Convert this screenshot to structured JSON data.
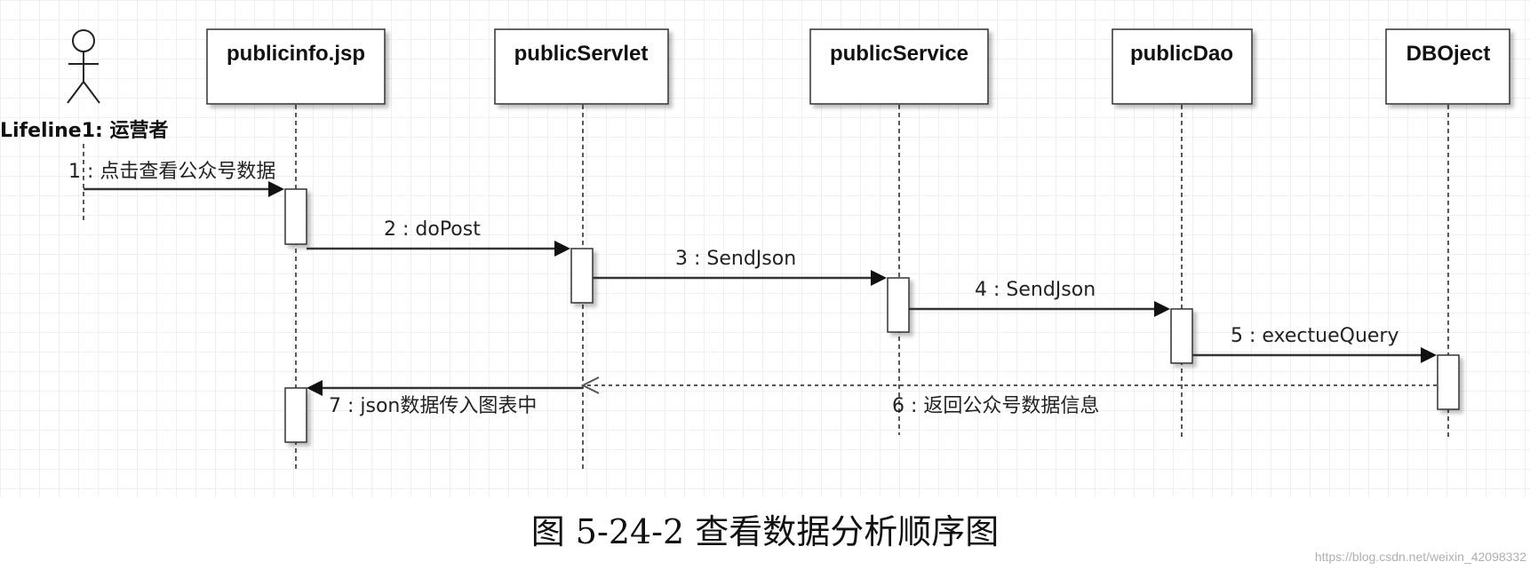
{
  "actor": {
    "label": "Lifeline1: 运营者"
  },
  "objects": [
    {
      "id": "jsp",
      "label": "publicinfo.jsp"
    },
    {
      "id": "servlet",
      "label": "publicServlet"
    },
    {
      "id": "service",
      "label": "publicService"
    },
    {
      "id": "dao",
      "label": "publicDao"
    },
    {
      "id": "db",
      "label": "DBOject"
    }
  ],
  "messages": [
    {
      "label": "1 : 点击查看公众号数据"
    },
    {
      "label": "2 : doPost"
    },
    {
      "label": "3 : SendJson"
    },
    {
      "label": "4 : SendJson"
    },
    {
      "label": "5 : exectueQuery"
    },
    {
      "label": "6 : 返回公众号数据信息"
    },
    {
      "label": "7 : json数据传入图表中"
    }
  ],
  "caption": "图 5-24-2 查看数据分析顺序图",
  "watermark": "https://blog.csdn.net/weixin_42098332"
}
